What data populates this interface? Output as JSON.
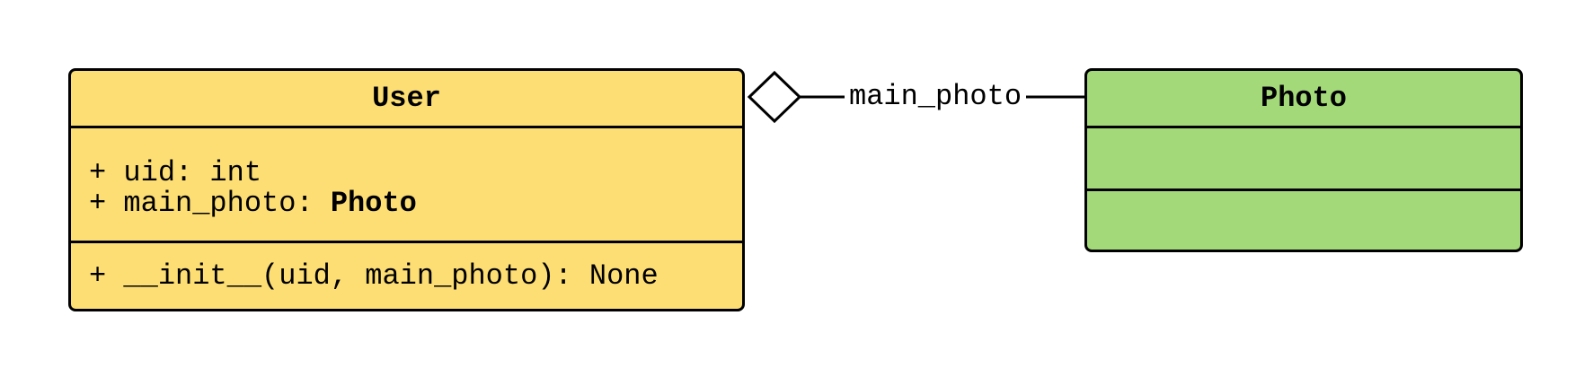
{
  "classes": [
    {
      "name": "User",
      "color": "#fdde74",
      "attributes": [
        {
          "prefix": "+ uid: ",
          "type": "int",
          "type_bold": false
        },
        {
          "prefix": "+ main_photo: ",
          "type": "Photo",
          "type_bold": true
        }
      ],
      "methods": [
        "+ __init__(uid, main_photo): None"
      ]
    },
    {
      "name": "Photo",
      "color": "#a3d978",
      "attributes": [],
      "methods": []
    }
  ],
  "relationship": {
    "type": "aggregation",
    "from": "User",
    "to": "Photo",
    "label": "main_photo"
  }
}
